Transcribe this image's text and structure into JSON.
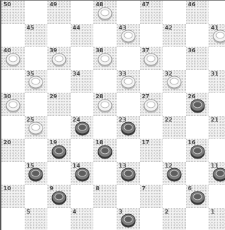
{
  "board": {
    "size": 10,
    "orientation": "square 1 at bottom-right, square 50 at top-left",
    "colors": {
      "light_square": "#ffffff",
      "dark_square": "#f1f1f1",
      "white_piece": "#f4f4f4",
      "black_piece": "#7a7a7a",
      "frame": "#555555"
    },
    "squares": [
      {
        "number": "50",
        "piece": null
      },
      {
        "number": "49",
        "piece": null
      },
      {
        "number": "48",
        "piece": "white"
      },
      {
        "number": "47",
        "piece": null
      },
      {
        "number": "46",
        "piece": null
      },
      {
        "number": "45",
        "piece": null
      },
      {
        "number": "44",
        "piece": null
      },
      {
        "number": "43",
        "piece": "white"
      },
      {
        "number": "42",
        "piece": null
      },
      {
        "number": "41",
        "piece": "white"
      },
      {
        "number": "40",
        "piece": "white"
      },
      {
        "number": "39",
        "piece": "white"
      },
      {
        "number": "38",
        "piece": "white"
      },
      {
        "number": "37",
        "piece": "white"
      },
      {
        "number": "36",
        "piece": null
      },
      {
        "number": "35",
        "piece": "white"
      },
      {
        "number": "34",
        "piece": null
      },
      {
        "number": "33",
        "piece": "white"
      },
      {
        "number": "32",
        "piece": "white"
      },
      {
        "number": "31",
        "piece": null
      },
      {
        "number": "30",
        "piece": "white"
      },
      {
        "number": "29",
        "piece": null
      },
      {
        "number": "28",
        "piece": "white"
      },
      {
        "number": "27",
        "piece": "white"
      },
      {
        "number": "26",
        "piece": "black"
      },
      {
        "number": "25",
        "piece": "white"
      },
      {
        "number": "24",
        "piece": "black"
      },
      {
        "number": "23",
        "piece": "black"
      },
      {
        "number": "22",
        "piece": null
      },
      {
        "number": "21",
        "piece": null
      },
      {
        "number": "20",
        "piece": null
      },
      {
        "number": "19",
        "piece": "black"
      },
      {
        "number": "18",
        "piece": "black"
      },
      {
        "number": "17",
        "piece": null
      },
      {
        "number": "16",
        "piece": "black"
      },
      {
        "number": "15",
        "piece": "black"
      },
      {
        "number": "14",
        "piece": "black"
      },
      {
        "number": "13",
        "piece": "black"
      },
      {
        "number": "12",
        "piece": "black"
      },
      {
        "number": "11",
        "piece": "black"
      },
      {
        "number": "10",
        "piece": null
      },
      {
        "number": "9",
        "piece": "black"
      },
      {
        "number": "8",
        "piece": null
      },
      {
        "number": "7",
        "piece": null
      },
      {
        "number": "6",
        "piece": "black"
      },
      {
        "number": "5",
        "piece": null
      },
      {
        "number": "4",
        "piece": null
      },
      {
        "number": "3",
        "piece": "black"
      },
      {
        "number": "2",
        "piece": null
      },
      {
        "number": "1",
        "piece": null
      }
    ]
  }
}
